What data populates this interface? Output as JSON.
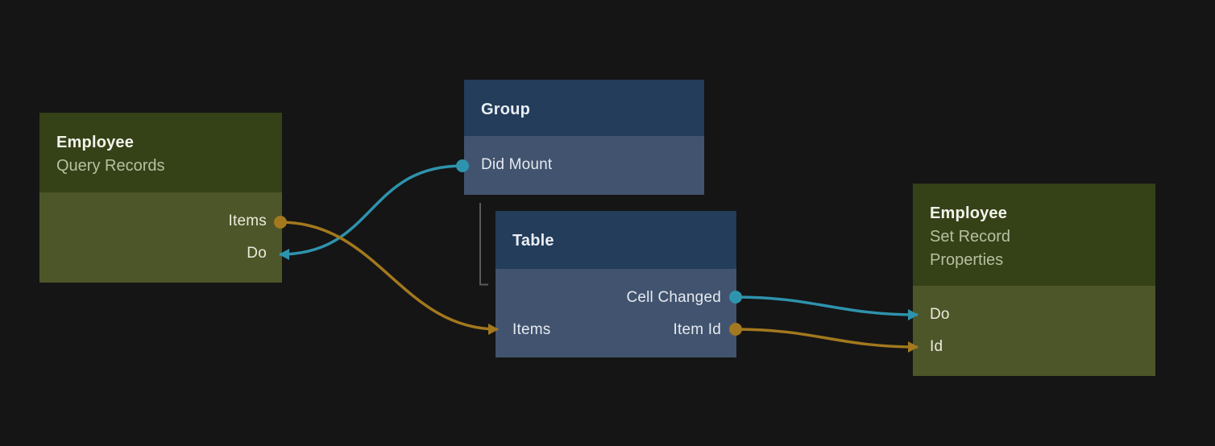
{
  "canvas": {
    "type": "node-graph-editor"
  },
  "colors": {
    "canvas_bg": "#151515",
    "signal": "#2E93AD",
    "data": "#A3781E",
    "hierarchy_line": "#5A5A5A",
    "green_header": "#354117",
    "green_body": "#4D5629",
    "blue_header": "#233D5A",
    "blue_body": "#41536E"
  },
  "nodes": [
    {
      "title": "Employee",
      "subtitle": "Query Records",
      "ports": [
        {
          "label": "Items",
          "direction": "output",
          "type": "data"
        },
        {
          "label": "Do",
          "direction": "input",
          "type": "signal"
        }
      ]
    },
    {
      "title": "Group",
      "ports": [
        {
          "label": "Did Mount",
          "direction": "output",
          "type": "signal"
        }
      ]
    },
    {
      "title": "Table",
      "ports": [
        {
          "label": "Cell Changed",
          "direction": "output",
          "type": "signal"
        },
        {
          "label": "Items",
          "direction": "input",
          "type": "data"
        },
        {
          "label": "Item Id",
          "direction": "output",
          "type": "data"
        }
      ]
    },
    {
      "title": "Employee",
      "subtitle": "Set Record Properties",
      "ports": [
        {
          "label": "Do",
          "direction": "input",
          "type": "signal"
        },
        {
          "label": "Id",
          "direction": "input",
          "type": "data"
        }
      ]
    }
  ],
  "connections": [
    {
      "from": "Group.Did Mount",
      "to": "Employee Query Records.Do",
      "type": "signal"
    },
    {
      "from": "Employee Query Records.Items",
      "to": "Table.Items",
      "type": "data"
    },
    {
      "from": "Table.Cell Changed",
      "to": "Employee Set Record Properties.Do",
      "type": "signal"
    },
    {
      "from": "Table.Item Id",
      "to": "Employee Set Record Properties.Id",
      "type": "data"
    }
  ]
}
